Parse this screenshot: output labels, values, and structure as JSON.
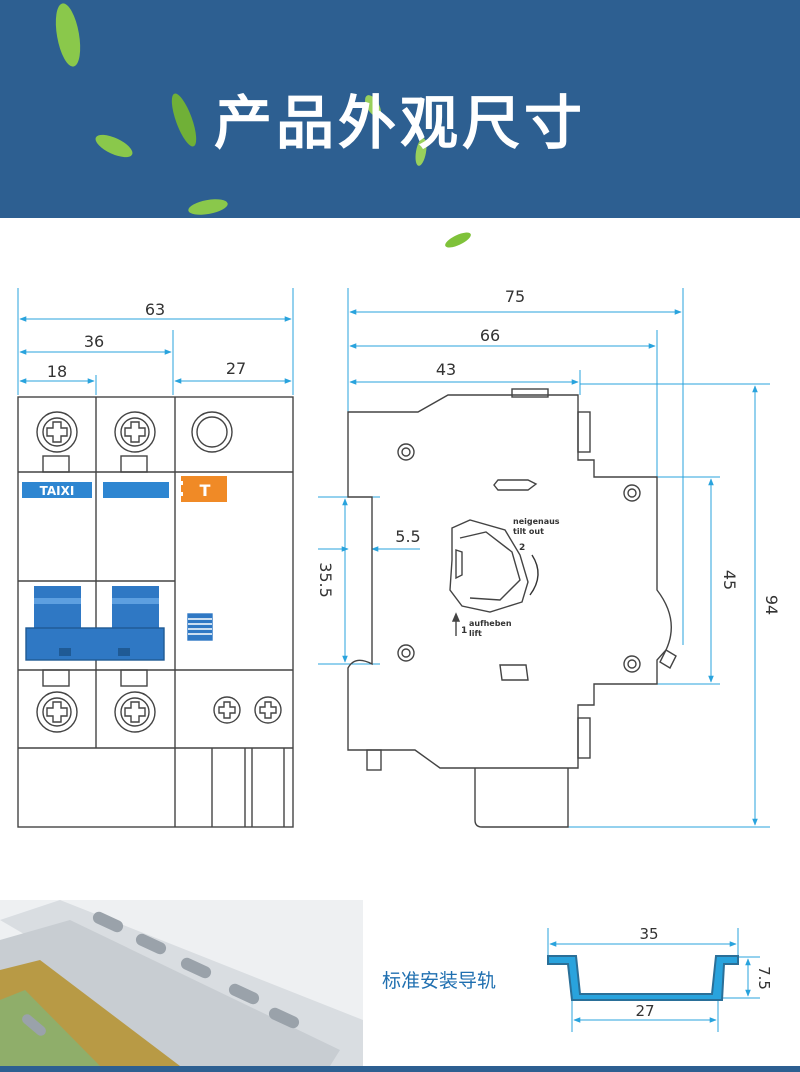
{
  "banner": {
    "title": "产品外观尺寸",
    "bg_color": "#2d5f91"
  },
  "colors": {
    "dimension_line": "#29a3dd",
    "outline": "#444444",
    "brand_blue": "#2e86d1",
    "handle_blue": "#2f78c4",
    "test_button_orange": "#f08a26",
    "rail_label_color": "#1f6fb0"
  },
  "front_view": {
    "brand_label": "TAIXI",
    "test_button_symbol": "T",
    "dimensions": {
      "total_width": "63",
      "two_pole_width": "36",
      "single_pole_width": "18",
      "leakage_module_width": "27"
    }
  },
  "side_view": {
    "dimensions": {
      "width_75": "75",
      "width_66": "66",
      "width_43": "43",
      "height_94": "94",
      "height_45": "45",
      "rail_35_5": "35.5",
      "offset_5_5": "5.5"
    },
    "release_text": {
      "tilt_line1": "neigenaus",
      "tilt_line2": "tilt out",
      "step2": "2",
      "step1": "1",
      "lift_line1": "aufheben",
      "lift_line2": "lift"
    }
  },
  "din_rail": {
    "label": "标准安装导轨",
    "dimensions": {
      "top_width": "35",
      "bottom_width": "27",
      "depth": "7.5"
    }
  }
}
